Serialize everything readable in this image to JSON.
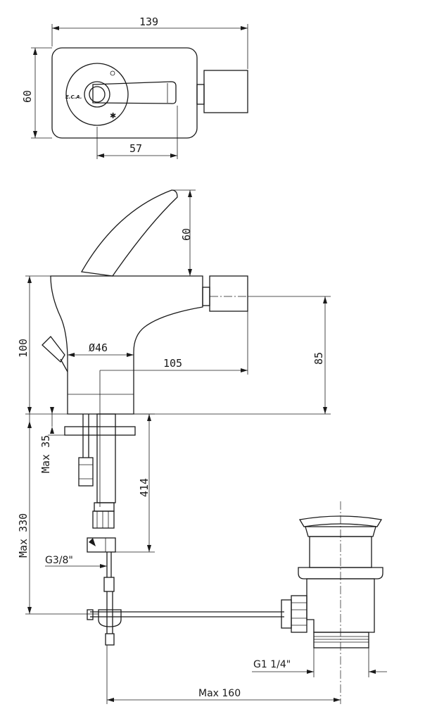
{
  "top_view": {
    "dim_width": "139",
    "dim_height": "60",
    "dim_handle": "57",
    "brand_mark": "E.C.A."
  },
  "side_view": {
    "dim_lever_height": "60",
    "dim_body_height": "100",
    "dim_diameter": "Ø46",
    "dim_reach": "105",
    "dim_outlet_height": "85",
    "dim_max_thickness": "Max 35",
    "dim_hose_length": "414",
    "dim_max_depth": "Max 330",
    "thread_inlet": "G3/8\"",
    "thread_drain": "G1 1/4\"",
    "dim_max_rod": "Max 160"
  }
}
